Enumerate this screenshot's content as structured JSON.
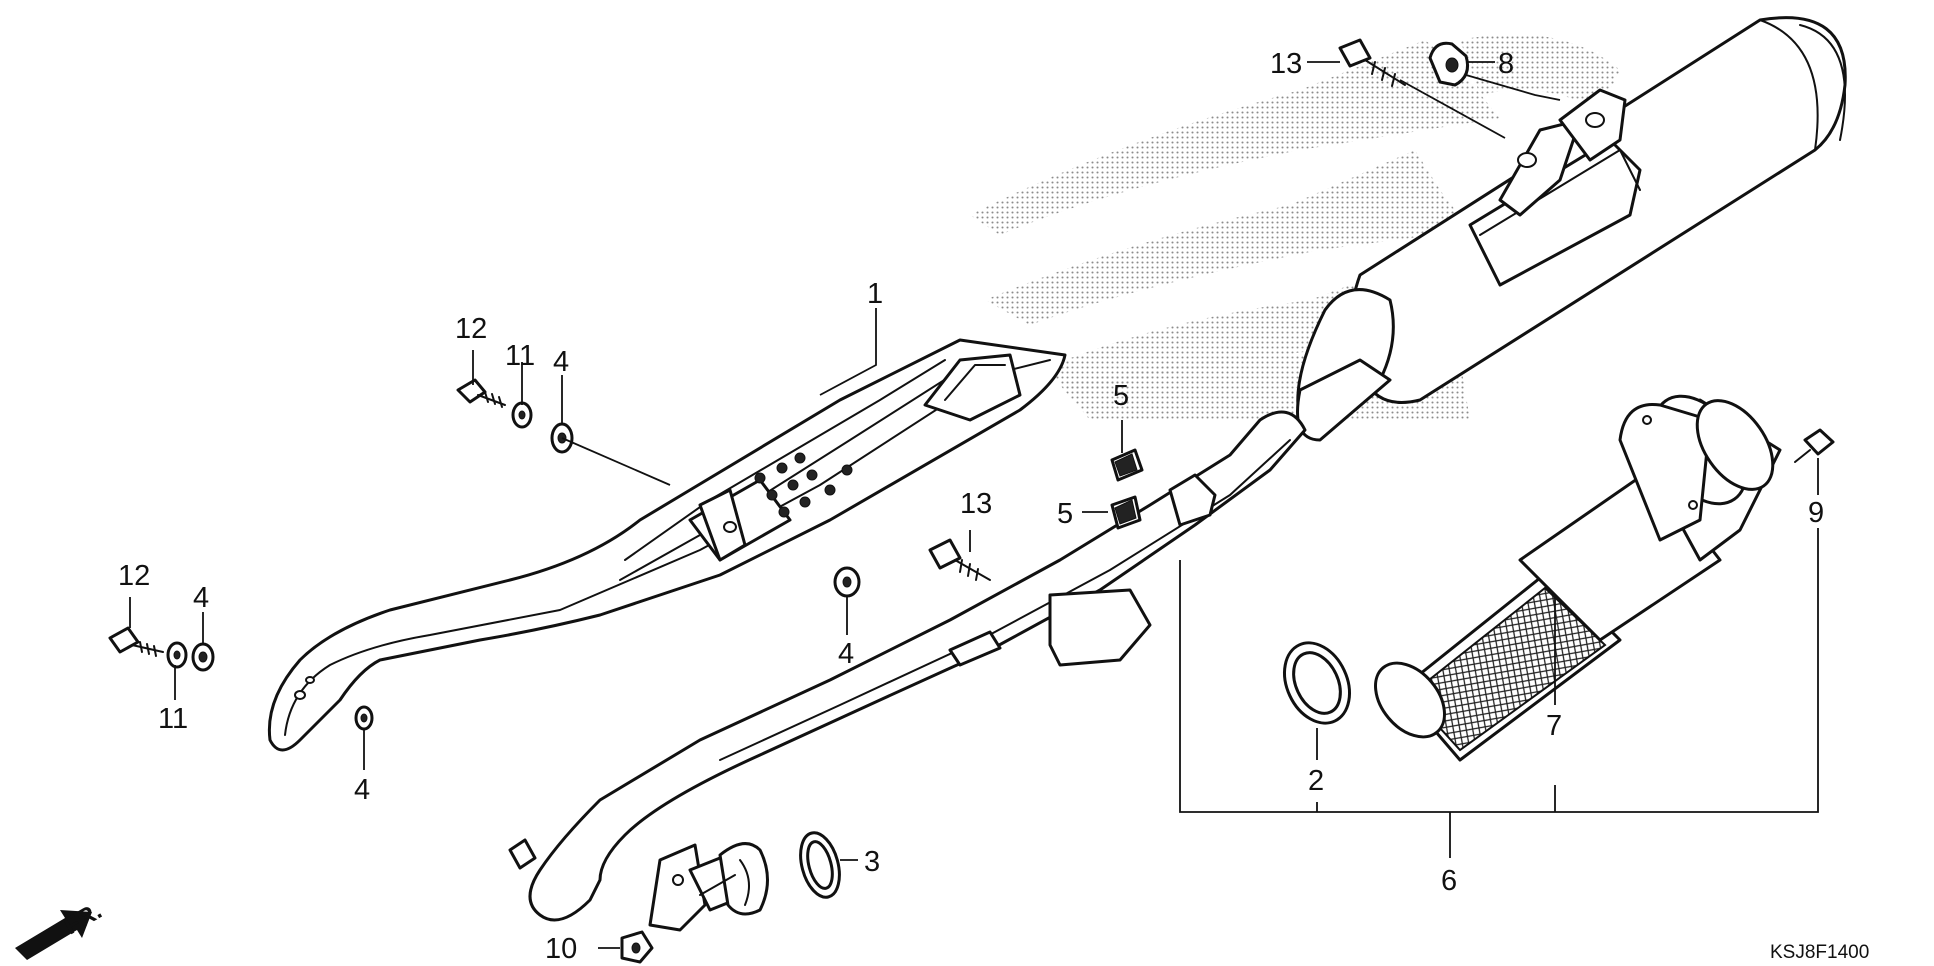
{
  "diagram": {
    "code": "KSJ8F1400",
    "direction_label": "FR.",
    "watermark": "honda-wing-logo",
    "callouts": {
      "c1": "1",
      "c2": "2",
      "c3": "3",
      "c4a": "4",
      "c4b": "4",
      "c4c": "4",
      "c4d": "4",
      "c5a": "5",
      "c5b": "5",
      "c6": "6",
      "c7": "7",
      "c8": "8",
      "c9": "9",
      "c10": "10",
      "c11a": "11",
      "c11b": "11",
      "c12a": "12",
      "c12b": "12",
      "c13a": "13",
      "c13b": "13"
    }
  }
}
